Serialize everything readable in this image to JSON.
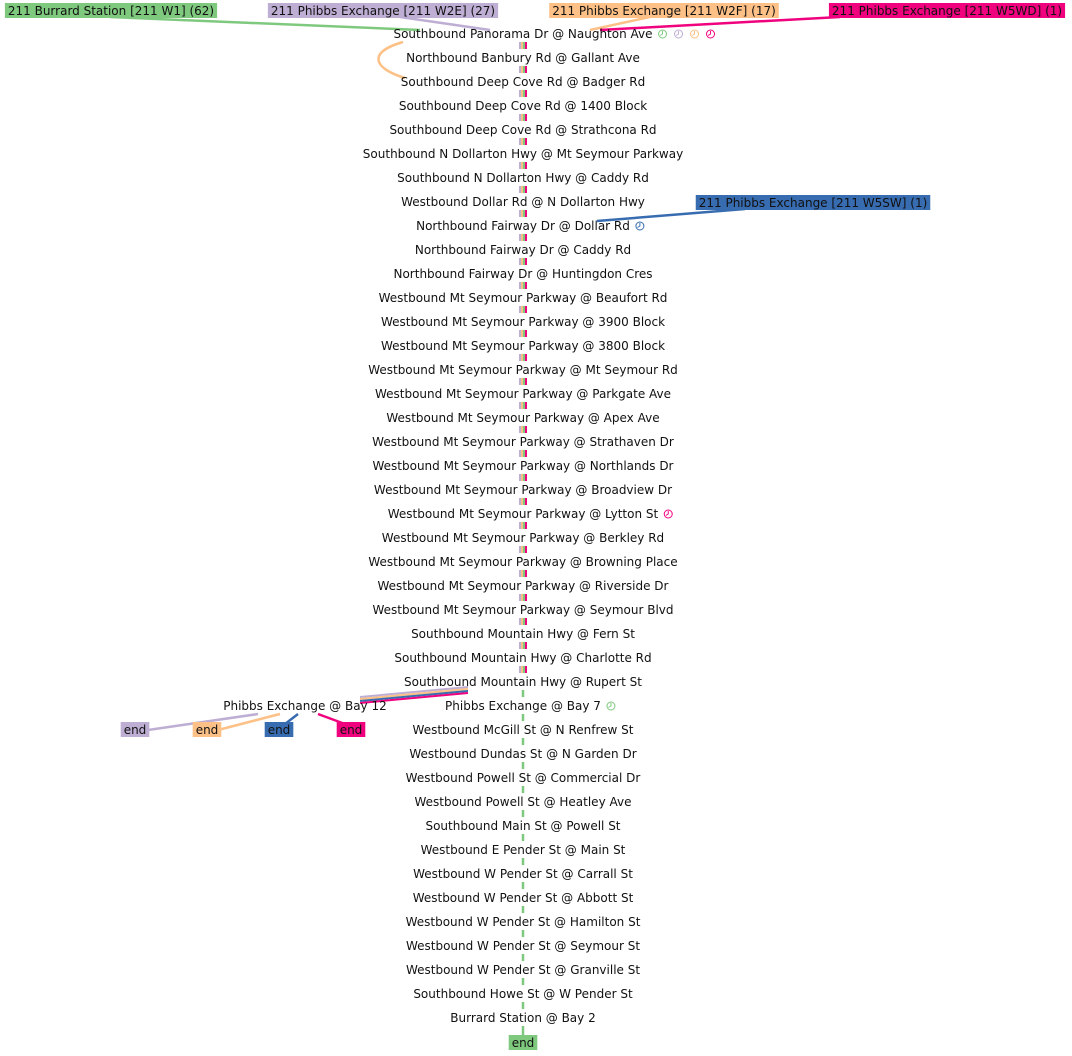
{
  "routes": [
    {
      "id": "w1",
      "label": "211 Burrard Station [211 W1] (62)",
      "color": "#7fc97f"
    },
    {
      "id": "w2e",
      "label": "211 Phibbs Exchange [211 W2E] (27)",
      "color": "#beaed4"
    },
    {
      "id": "w2f",
      "label": "211 Phibbs Exchange [211 W2F] (17)",
      "color": "#fdc086"
    },
    {
      "id": "w5wd",
      "label": "211 Phibbs Exchange [211 W5WD] (1)",
      "color": "#f0027f"
    },
    {
      "id": "w5sw",
      "label": "211 Phibbs Exchange [211 W5SW] (1)",
      "color": "#386cb0"
    }
  ],
  "stops": [
    "Southbound Panorama Dr @ Naughton Ave",
    "Northbound Banbury Rd @ Gallant Ave",
    "Southbound Deep Cove Rd @ Badger Rd",
    "Southbound Deep Cove Rd @ 1400 Block",
    "Southbound Deep Cove Rd @ Strathcona Rd",
    "Southbound N Dollarton Hwy @ Mt Seymour Parkway",
    "Southbound N Dollarton Hwy @ Caddy Rd",
    "Westbound Dollar Rd @ N Dollarton Hwy",
    "Northbound Fairway Dr @ Dollar Rd",
    "Northbound Fairway Dr @ Caddy Rd",
    "Northbound Fairway Dr @ Huntingdon Cres",
    "Westbound Mt Seymour Parkway @ Beaufort Rd",
    "Westbound Mt Seymour Parkway @ 3900 Block",
    "Westbound Mt Seymour Parkway @ 3800 Block",
    "Westbound Mt Seymour Parkway @ Mt Seymour Rd",
    "Westbound Mt Seymour Parkway @ Parkgate Ave",
    "Westbound Mt Seymour Parkway @ Apex Ave",
    "Westbound Mt Seymour Parkway @ Strathaven Dr",
    "Westbound Mt Seymour Parkway @ Northlands Dr",
    "Westbound Mt Seymour Parkway @ Broadview Dr",
    "Westbound Mt Seymour Parkway @ Lytton St",
    "Westbound Mt Seymour Parkway @ Berkley Rd",
    "Westbound Mt Seymour Parkway @ Browning Place",
    "Westbound Mt Seymour Parkway @ Riverside Dr",
    "Westbound Mt Seymour Parkway @ Seymour Blvd",
    "Southbound Mountain Hwy @ Fern St",
    "Southbound Mountain Hwy @ Charlotte Rd",
    "Southbound Mountain Hwy @ Rupert St",
    "Phibbs Exchange @ Bay 7",
    "Westbound McGill St @ N Renfrew St",
    "Westbound Dundas St @ N Garden Dr",
    "Westbound Powell St @ Commercial Dr",
    "Westbound Powell St @ Heatley Ave",
    "Southbound Main St @ Powell St",
    "Westbound E Pender St @ Main St",
    "Westbound W Pender St @ Carrall St",
    "Westbound W Pender St @ Abbott St",
    "Westbound W Pender St @ Hamilton St",
    "Westbound W Pender St @ Seymour St",
    "Westbound W Pender St @ Granville St",
    "Southbound Howe St @ W Pender St",
    "Burrard Station @ Bay 2"
  ],
  "branch_stop": "Phibbs Exchange @ Bay 12",
  "end_label": "end",
  "clock_icon": "clock-icon"
}
